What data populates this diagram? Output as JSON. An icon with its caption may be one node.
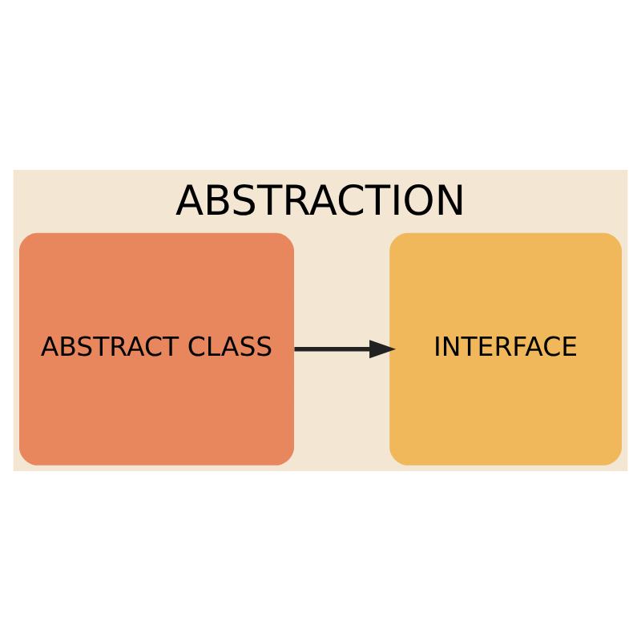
{
  "diagram": {
    "title": "ABSTRACTION",
    "nodes": [
      {
        "text": [
          "ABSTRACT CLASS"
        ]
      },
      {
        "text": [
          "INTERFACE"
        ]
      }
    ],
    "edges": [
      {
        "from": 0,
        "to": 1,
        "arrow": "to"
      }
    ]
  }
}
